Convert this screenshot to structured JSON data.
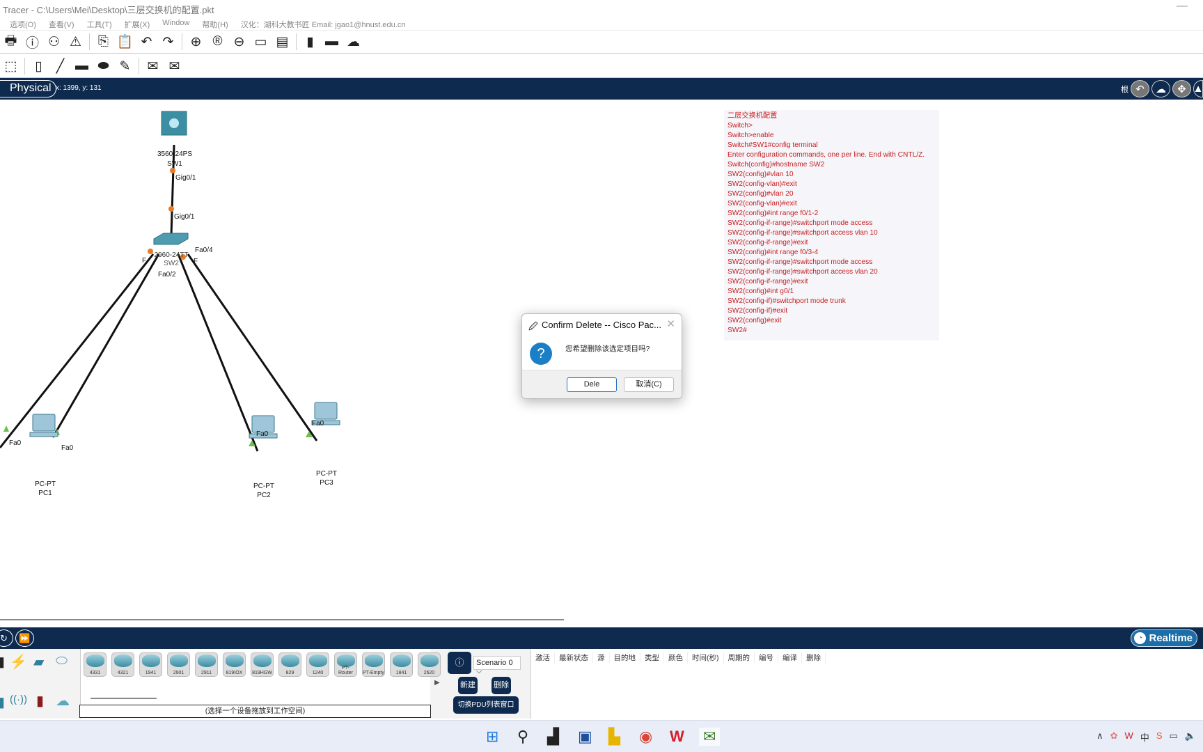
{
  "window": {
    "title": "Tracer - C:\\Users\\Mei\\Desktop\\三层交换机的配置.pkt",
    "minimize": "—"
  },
  "menu": [
    "选项(O)",
    "查看(V)",
    "工具(T)",
    "扩展(X)",
    "Window",
    "帮助(H)",
    "汉化：湖科大教书匠  Email: jgao1@hnust.edu.cn"
  ],
  "navbar": {
    "mode": "Physical",
    "coords": "x: 1399, y: 131",
    "root": "根"
  },
  "topology": {
    "devices": [
      {
        "model": "3560-24PS",
        "name": "SW1"
      },
      {
        "model": "2960-24TT",
        "name": "SW2"
      },
      {
        "model": "PC-PT",
        "name": "PC1"
      },
      {
        "model": "PC-PT",
        "name": "PC2"
      },
      {
        "model": "PC-PT",
        "name": "PC3"
      }
    ],
    "ports": {
      "sw1_g": "Gig0/1",
      "sw2_g": "Gig0/1",
      "fa04": "Fa0/4",
      "fa02": "Fa0/2",
      "pc0": "Fa0",
      "pc1": "Fa0",
      "pc2": "Fa0",
      "pc3": "Fa0",
      "f1": "F",
      "f2": "F"
    }
  },
  "config_note": [
    "二层交换机配置",
    "Switch>",
    "Switch>enable",
    "Switch#SW1#config terminal",
    "Enter configuration commands, one per line.  End with CNTL/Z.",
    "Switch(config)#hostname SW2",
    "SW2(config)#vlan 10",
    "SW2(config-vlan)#exit",
    "SW2(config)#vlan 20",
    "SW2(config-vlan)#exit",
    "SW2(config)#int range f0/1-2",
    "SW2(config-if-range)#switchport mode access",
    "SW2(config-if-range)#switchport access vlan 10",
    "SW2(config-if-range)#exit",
    "SW2(config)#int range f0/3-4",
    "SW2(config-if-range)#switchport mode access",
    "SW2(config-if-range)#switchport access vlan 20",
    "SW2(config-if-range)#exit",
    "SW2(config)#int g0/1",
    "SW2(config-if)#switchport mode trunk",
    "SW2(config-if)#exit",
    "SW2(config)#exit",
    "SW2#"
  ],
  "dialog": {
    "title": "Confirm Delete -- Cisco Pac...",
    "message": "您希望删除该选定项目吗?",
    "ok": "Dele",
    "cancel": "取消(C)",
    "close": "✕"
  },
  "simbar": {
    "realtime": "Realtime"
  },
  "devices_panel": {
    "items": [
      "4331",
      "4321",
      "1941",
      "2901",
      "2911",
      "819IOX",
      "819HGW",
      "829",
      "1240",
      "PT-Router",
      "PT-Empty",
      "1841",
      "2620"
    ],
    "hint": "(选择一个设备拖放到工作空间)"
  },
  "scenario": {
    "selected": "Scenario 0",
    "new": "新建",
    "delete": "删除",
    "toggle": "切换PDU列表窗口"
  },
  "pdu_columns": [
    "激活",
    "最新状态",
    "源",
    "目的地",
    "类型",
    "颜色",
    "时间(秒)",
    "周期的",
    "编号",
    "编译",
    "删除"
  ]
}
